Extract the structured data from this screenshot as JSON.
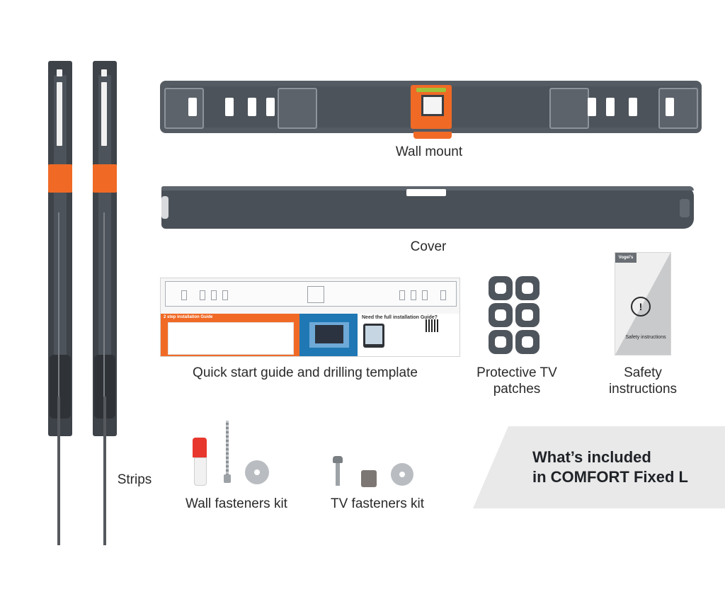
{
  "labels": {
    "wall_mount": "Wall mount",
    "cover": "Cover",
    "quick_start": "Quick start guide and drilling template",
    "patches": "Protective TV\npatches",
    "safety": "Safety\ninstructions",
    "strips": "Strips",
    "wall_fasteners": "Wall fasteners kit",
    "tv_fasteners": "TV fasteners kit"
  },
  "banner": {
    "title": "What’s included\nin COMFORT Fixed L"
  },
  "guide_print": {
    "left_title": "2 step installation Guide",
    "right_title": "Need the full installation Guide?"
  },
  "safety_card": {
    "brand": "Vogel's",
    "mark": "!",
    "text": "Safety instructions"
  },
  "colors": {
    "accent_orange": "#f06a26",
    "hardware_gray": "#4a5057",
    "banner_bg": "#e9e9ea"
  }
}
